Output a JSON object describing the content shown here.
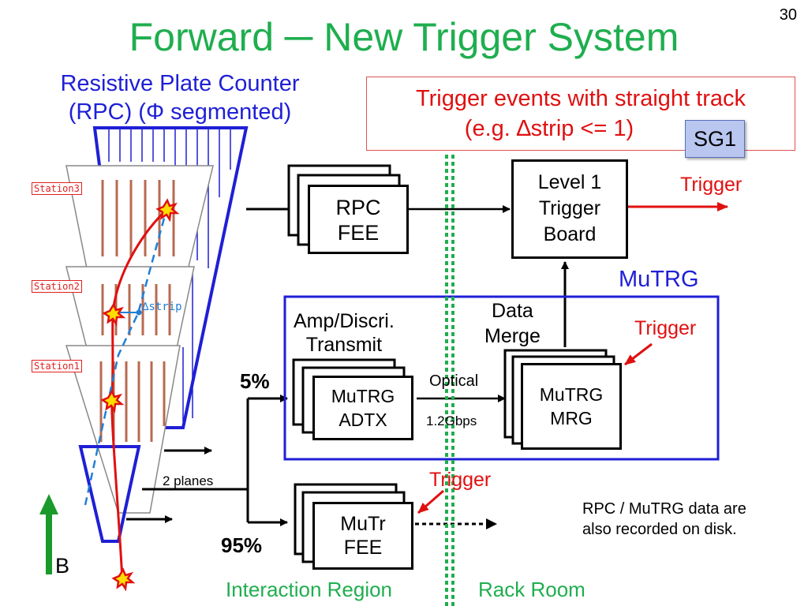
{
  "page_number": "30",
  "title": "Forward ─ New Trigger System",
  "rpc_label": [
    "Resistive Plate Counter",
    "(RPC) (Φ segmented)"
  ],
  "trigger_note": [
    "Trigger events with straight track",
    "(e.g. ∆strip <= 1)"
  ],
  "sg1_label": "SG1",
  "stations": [
    "Station3",
    "Station2",
    "Station1"
  ],
  "delta_strip": "∆strip",
  "boxes": {
    "rpc_fee": [
      "RPC",
      "FEE"
    ],
    "level1": [
      "Level 1",
      "Trigger",
      "Board"
    ],
    "adtx": [
      "MuTRG",
      "ADTX"
    ],
    "mrg": [
      "MuTRG",
      "MRG"
    ],
    "mutr_fee": [
      "MuTr",
      "FEE"
    ]
  },
  "labels": {
    "trigger_top": "Trigger",
    "mutrg": "MuTRG",
    "amp_discri": [
      "Amp/Discri.",
      "Transmit"
    ],
    "data_merge": [
      "Data",
      "Merge"
    ],
    "trigger_mid": "Trigger",
    "optical": "Optical",
    "gbps": "1.2Gbps",
    "pct5": "5%",
    "pct95": "95%",
    "two_planes": "2 planes",
    "trigger_bottom": "Trigger",
    "disk_note": [
      "RPC / MuTRG data are",
      "also recorded on disk."
    ],
    "b_field": "B",
    "interaction_region": "Interaction Region",
    "rack_room": "Rack Room"
  },
  "colors": {
    "title": "#1fae4f",
    "rpc": "#1f1fd6",
    "trigger": "#e01010",
    "divider": "#1fae4f"
  }
}
